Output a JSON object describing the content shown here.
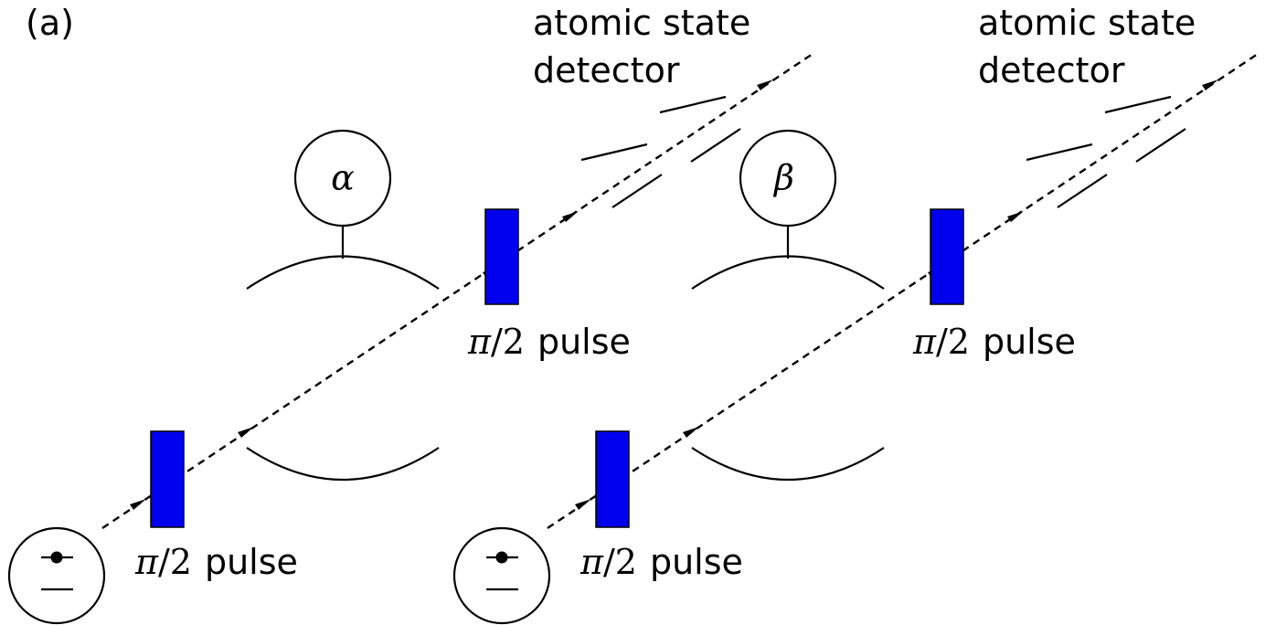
{
  "panel_label": "(a)",
  "detector_label_line1": "atomic state",
  "detector_label_line2": "detector",
  "pulse_pi": "π",
  "pulse_frac": "/2",
  "pulse_word": "pulse",
  "cavity_1_label": "α",
  "cavity_2_label": "β",
  "colors": {
    "pulse": "#0000ee",
    "lines": "#000000"
  }
}
